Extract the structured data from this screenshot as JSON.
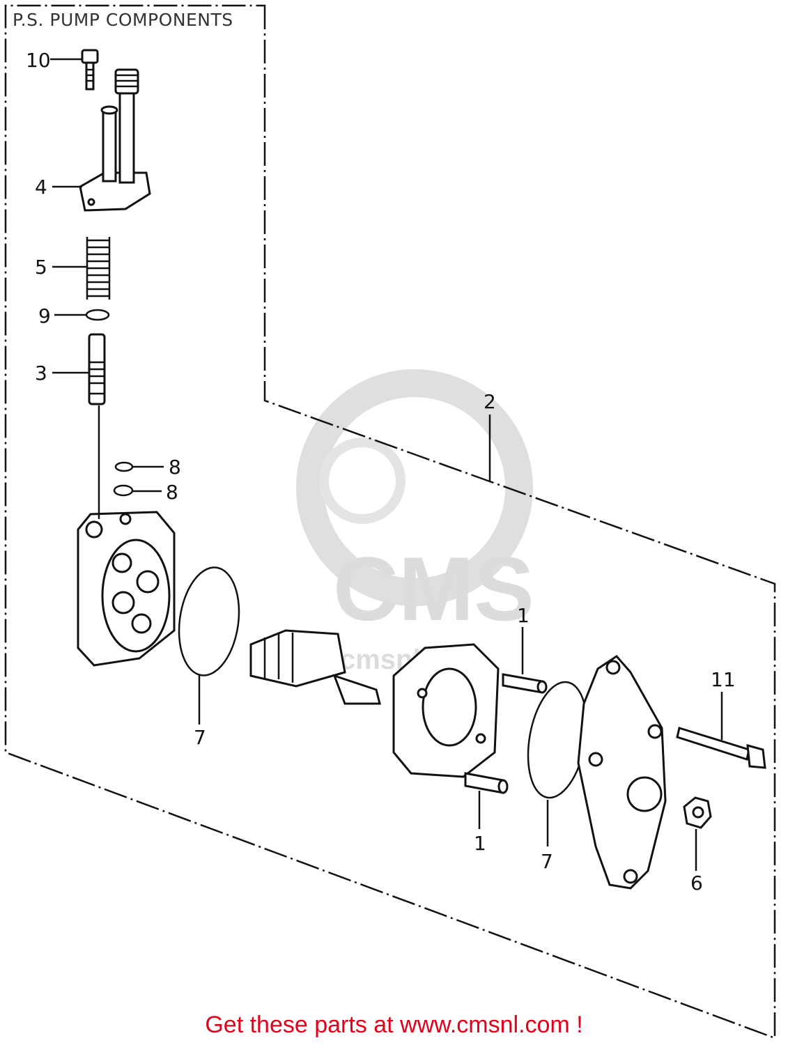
{
  "title": "P.S. PUMP COMPONENTS",
  "footer": "Get these parts at www.cmsnl.com !",
  "watermark": {
    "brand": "CMS",
    "url": "www.cmsnl.com"
  },
  "colors": {
    "footer": "#e3001b",
    "line": "#111111",
    "watermark": "#d9d9d9"
  },
  "callouts": {
    "c10": "10",
    "c4": "4",
    "c5": "5",
    "c9": "9",
    "c3": "3",
    "c8a": "8",
    "c8b": "8",
    "c2": "2",
    "c1a": "1",
    "c1b": "1",
    "c7a": "7",
    "c7b": "7",
    "c11": "11",
    "c6": "6"
  }
}
